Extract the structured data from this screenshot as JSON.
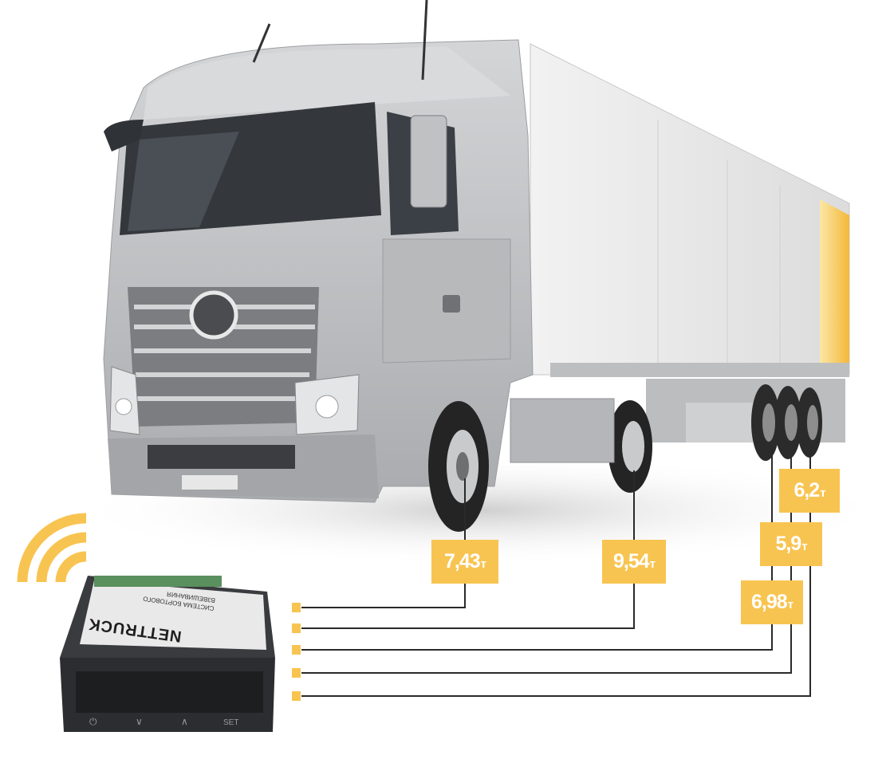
{
  "weights": [
    {
      "axle": "tractor-front",
      "value": "7,43",
      "unit": "т"
    },
    {
      "axle": "tractor-drive",
      "value": "9,54",
      "unit": "т"
    },
    {
      "axle": "trailer-axle-1",
      "value": "6,98",
      "unit": "т"
    },
    {
      "axle": "trailer-axle-2",
      "value": "5,9",
      "unit": "т"
    },
    {
      "axle": "trailer-axle-3",
      "value": "6,2",
      "unit": "т"
    }
  ],
  "device": {
    "brand": "NETTRUCK",
    "model": "СИСТЕМА БОРТОВОГО ВЗВЕШИВАНИЯ",
    "buttons": {
      "power": "⏻",
      "down": "∨",
      "up": "∧",
      "set": "SET"
    }
  },
  "colors": {
    "accent": "#f8c451",
    "line": "#2a2a2a",
    "truck": "#c8c9cb",
    "device": "#2f3033"
  },
  "icons": [
    "wifi-icon",
    "power-icon",
    "chevron-down-icon",
    "chevron-up-icon"
  ]
}
